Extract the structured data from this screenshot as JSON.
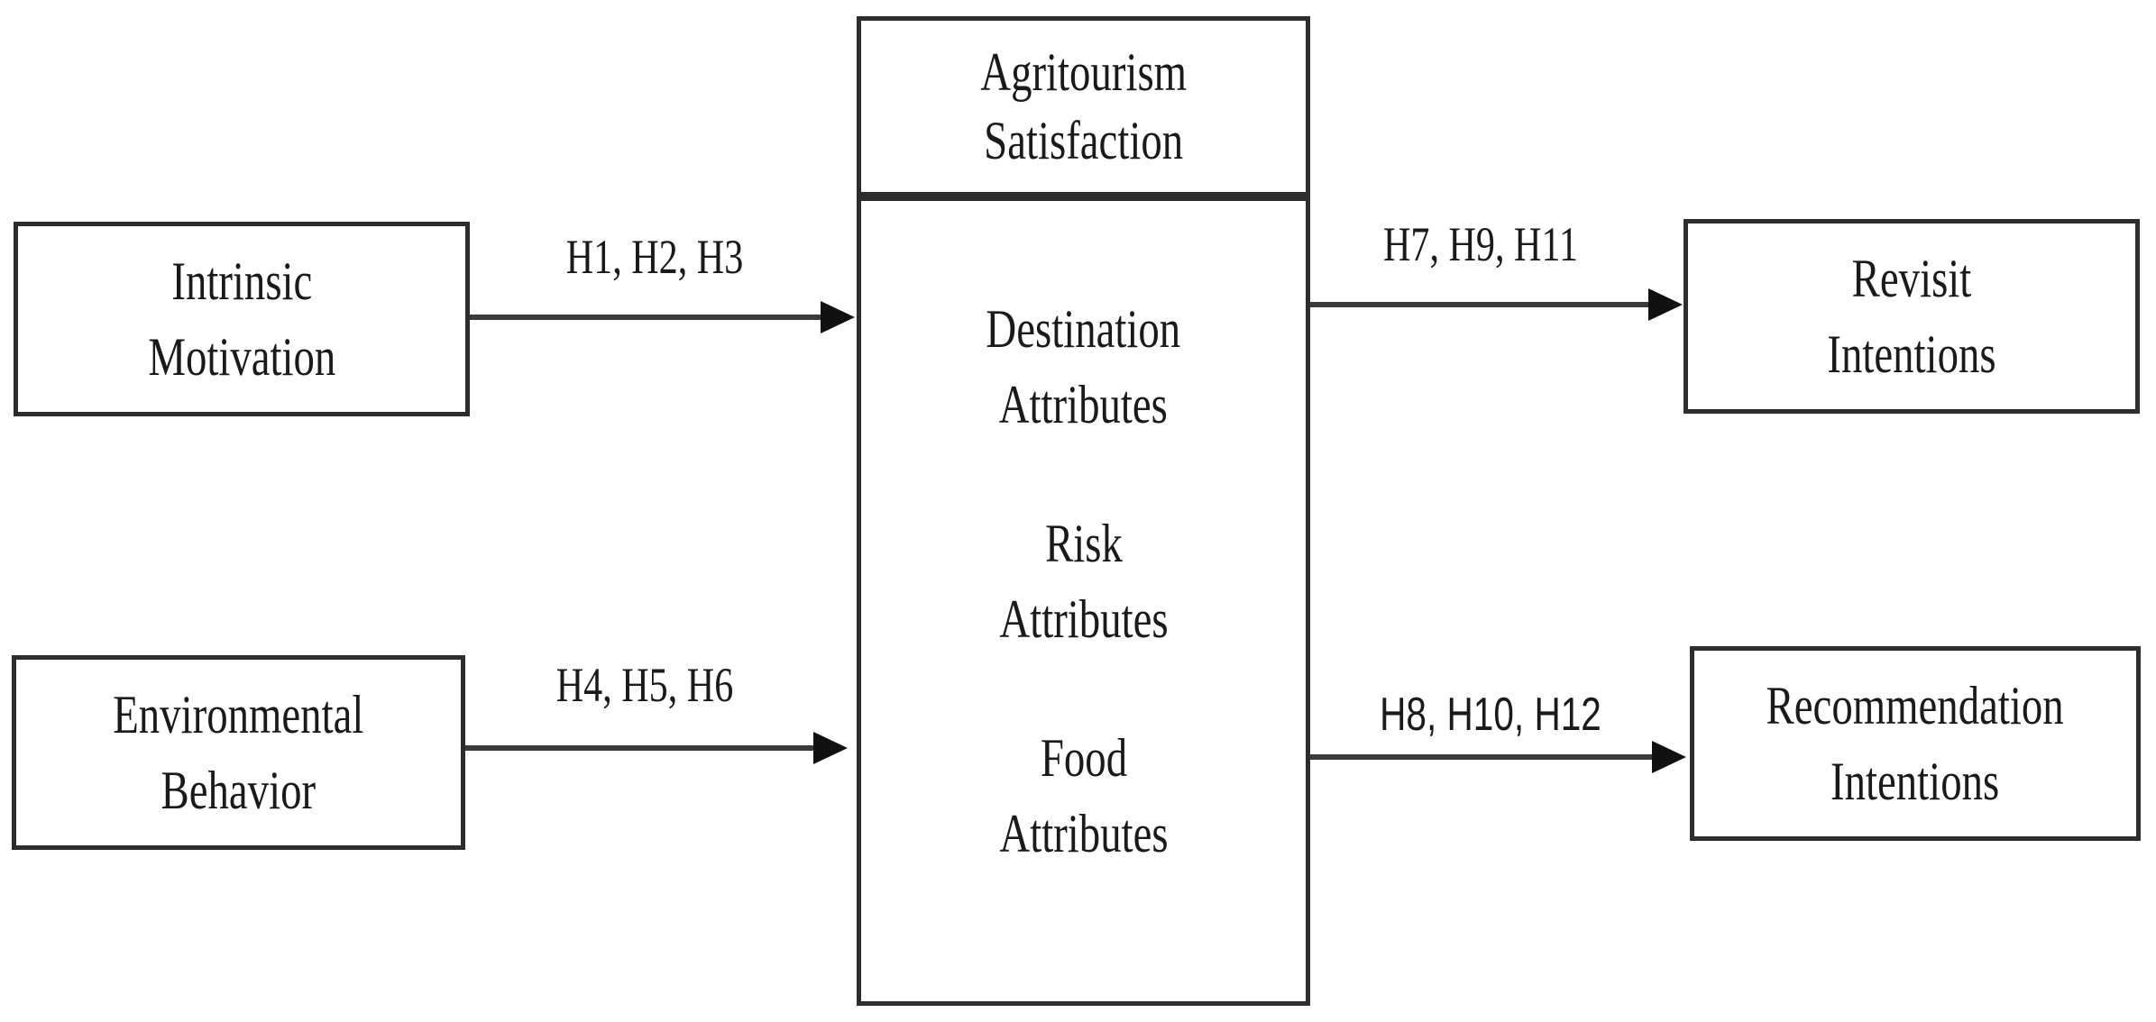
{
  "colors": {
    "background": "#ffffff",
    "box_border": "#2d2d2d",
    "text": "#1a1a1a",
    "arrow_line": "#3a3a3a",
    "arrow_head": "#111111"
  },
  "nodes": {
    "intrinsic_motivation": {
      "label": "Intrinsic\nMotivation"
    },
    "environmental_behavior": {
      "label": "Environmental\nBehavior"
    },
    "agritourism_satisfaction": {
      "header": "Agritourism\nSatisfaction",
      "items": [
        "Destination\nAttributes",
        "Risk\nAttributes",
        "Food\nAttributes"
      ]
    },
    "revisit_intentions": {
      "label": "Revisit\nIntentions"
    },
    "recommendation_intentions": {
      "label": "Recommendation\nIntentions"
    }
  },
  "edges": [
    {
      "from": "Intrinsic Motivation",
      "to": "Agritourism Satisfaction",
      "label": "H1, H2, H3"
    },
    {
      "from": "Environmental Behavior",
      "to": "Agritourism Satisfaction",
      "label": "H4, H5, H6"
    },
    {
      "from": "Agritourism Satisfaction",
      "to": "Revisit Intentions",
      "label": "H7, H9, H11"
    },
    {
      "from": "Agritourism Satisfaction",
      "to": "Recommendation Intentions",
      "label": "H8, H10, H12"
    }
  ]
}
